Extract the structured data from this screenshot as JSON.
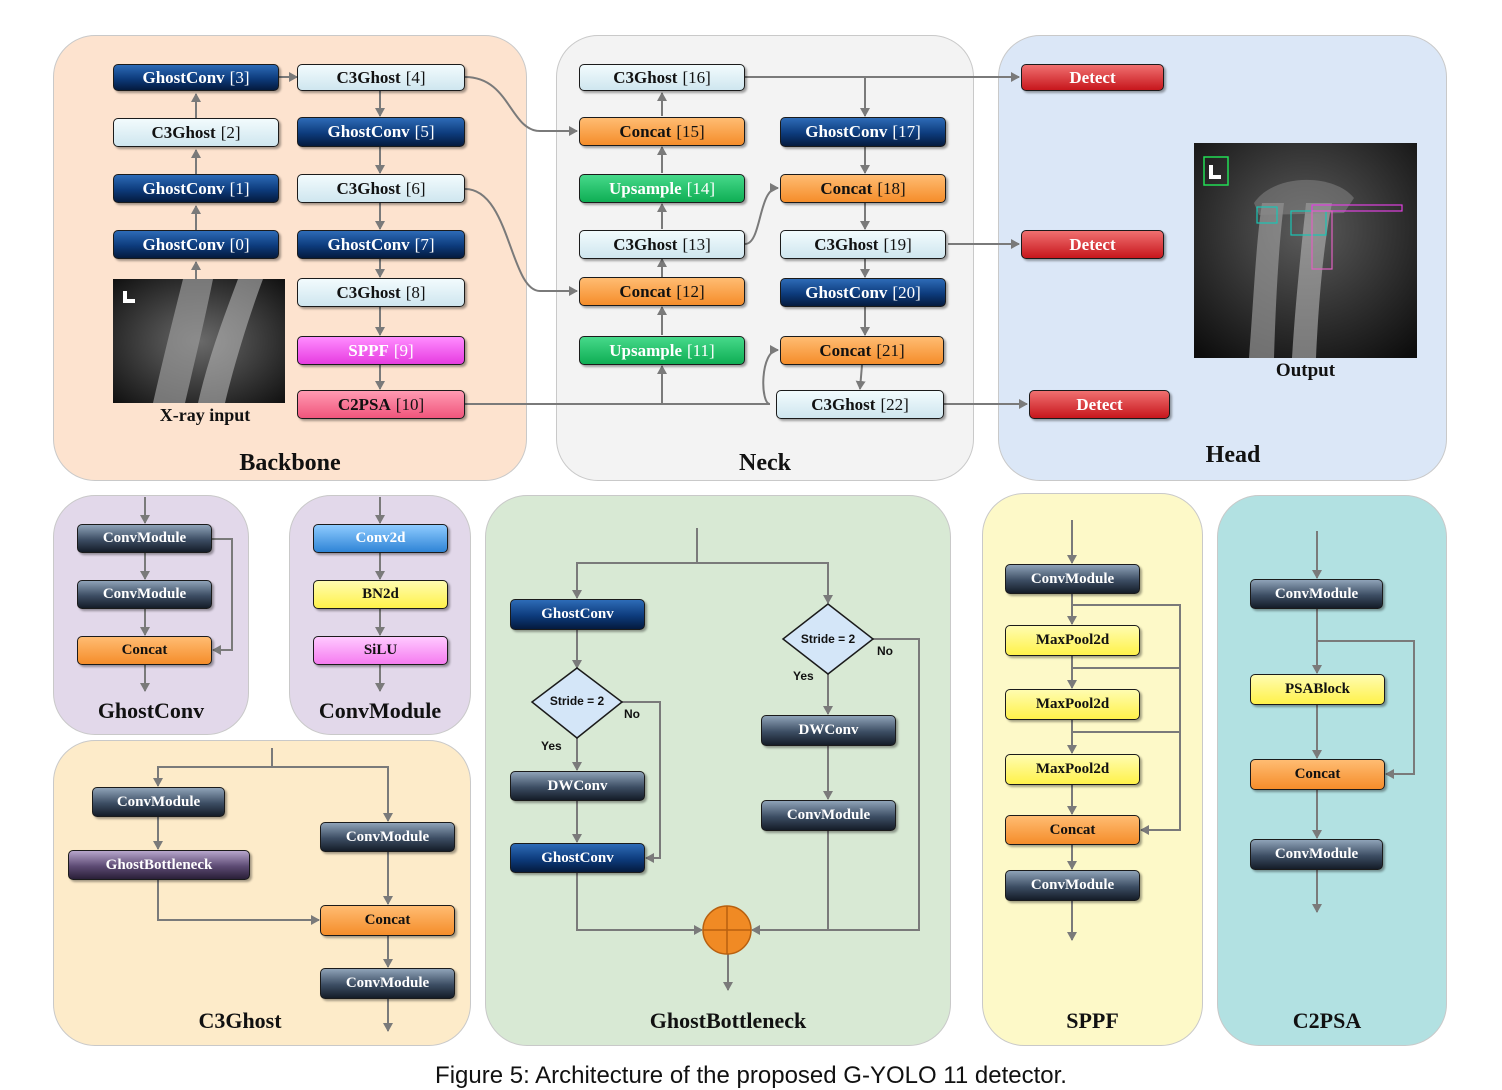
{
  "backbone": {
    "title": "Backbone",
    "input_label": "X-ray input",
    "blocks": {
      "gc3": {
        "name": "GhostConv",
        "idx": "[3]"
      },
      "c3g4": {
        "name": "C3Ghost",
        "idx": "[4]"
      },
      "c3g2": {
        "name": "C3Ghost",
        "idx": "[2]"
      },
      "gc5": {
        "name": "GhostConv",
        "idx": "[5]"
      },
      "gc1": {
        "name": "GhostConv",
        "idx": "[1]"
      },
      "c3g6": {
        "name": "C3Ghost",
        "idx": "[6]"
      },
      "gc0": {
        "name": "GhostConv",
        "idx": "[0]"
      },
      "gc7": {
        "name": "GhostConv",
        "idx": "[7]"
      },
      "c3g8": {
        "name": "C3Ghost",
        "idx": "[8]"
      },
      "sppf9": {
        "name": "SPPF",
        "idx": "[9]"
      },
      "c2psa10": {
        "name": "C2PSA",
        "idx": "[10]"
      }
    }
  },
  "neck": {
    "title": "Neck",
    "blocks": {
      "c3g16": {
        "name": "C3Ghost",
        "idx": "[16]"
      },
      "concat15": {
        "name": "Concat",
        "idx": "[15]"
      },
      "up14": {
        "name": "Upsample",
        "idx": "[14]"
      },
      "c3g13": {
        "name": "C3Ghost",
        "idx": "[13]"
      },
      "concat12": {
        "name": "Concat",
        "idx": "[12]"
      },
      "up11": {
        "name": "Upsample",
        "idx": "[11]"
      },
      "gc17": {
        "name": "GhostConv",
        "idx": "[17]"
      },
      "concat18": {
        "name": "Concat",
        "idx": "[18]"
      },
      "c3g19": {
        "name": "C3Ghost",
        "idx": "[19]"
      },
      "gc20": {
        "name": "GhostConv",
        "idx": "[20]"
      },
      "concat21": {
        "name": "Concat",
        "idx": "[21]"
      },
      "c3g22": {
        "name": "C3Ghost",
        "idx": "[22]"
      }
    }
  },
  "head": {
    "title": "Head",
    "detect": "Detect",
    "output_label": "Output"
  },
  "ghostconv_panel": {
    "title": "GhostConv",
    "b1": "ConvModule",
    "b2": "ConvModule",
    "b3": "Concat"
  },
  "convmodule_panel": {
    "title": "ConvModule",
    "b1": "Conv2d",
    "b2": "BN2d",
    "b3": "SiLU"
  },
  "c3ghost_panel": {
    "title": "C3Ghost",
    "b1": "ConvModule",
    "b2": "GhostBottleneck",
    "b3": "ConvModule",
    "b4": "Concat",
    "b5": "ConvModule"
  },
  "ghostbottleneck_panel": {
    "title": "GhostBottleneck",
    "left_b1": "GhostConv",
    "left_stride": "Stride = 2",
    "left_yes": "Yes",
    "left_no": "No",
    "left_b2": "DWConv",
    "left_b3": "GhostConv",
    "right_stride": "Stride = 2",
    "right_yes": "Yes",
    "right_no": "No",
    "right_b1": "DWConv",
    "right_b2": "ConvModule"
  },
  "sppf_panel": {
    "title": "SPPF",
    "b1": "ConvModule",
    "b2": "MaxPool2d",
    "b3": "MaxPool2d",
    "b4": "MaxPool2d",
    "b5": "Concat",
    "b6": "ConvModule"
  },
  "c2psa_panel": {
    "title": "C2PSA",
    "b1": "ConvModule",
    "b2": "PSABlock",
    "b3": "Concat",
    "b4": "ConvModule"
  },
  "colors": {
    "backbone_bg": "#fde3cf",
    "neck_bg": "#f3f3f3",
    "head_bg": "#dbe7f7",
    "ghostconv_bg": "#e2d8ea",
    "c3ghost_bg": "#fdebc9",
    "bottleneck_bg": "#d8e9d4",
    "sppf_bg": "#fdf9c8",
    "c2psa_bg": "#b2e1e2",
    "arrow": "#7a7a7a",
    "circle": "#f08a24"
  },
  "caption": "Figure 5: Architecture of the proposed G-YOLO 11 detector."
}
